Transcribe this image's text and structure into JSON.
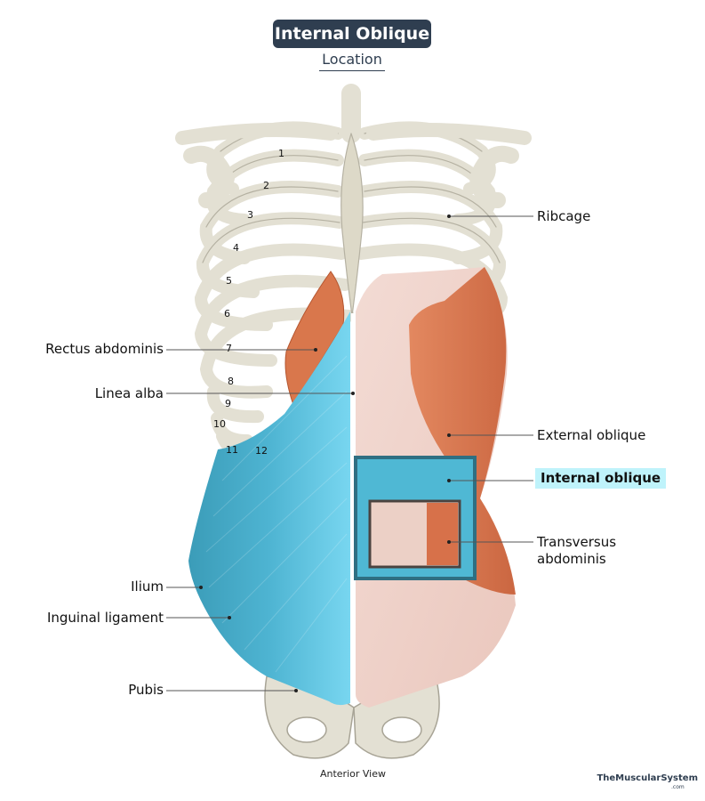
{
  "header": {
    "title": "Internal Oblique",
    "subtitle": "Location"
  },
  "labels": {
    "ribcage": "Ribcage",
    "rectus_abdominis": "Rectus abdominis",
    "linea_alba": "Linea alba",
    "external_oblique": "External oblique",
    "internal_oblique": "Internal oblique",
    "transversus_abdominis": "Transversus\nabdominis",
    "ilium": "Ilium",
    "inguinal_ligament": "Inguinal ligament",
    "pubis": "Pubis"
  },
  "rib_numbers": [
    "1",
    "2",
    "3",
    "4",
    "5",
    "6",
    "7",
    "8",
    "9",
    "10",
    "11",
    "12"
  ],
  "footer": {
    "view": "Anterior View",
    "brand": "TheMuscularSystem",
    "brand_suffix": ".com"
  },
  "colors": {
    "title_bg": "#2f3e50",
    "internal_oblique": "#5ac8e4",
    "external_oblique": "#d8754a",
    "highlight": "#bff3fb",
    "bone": "#e3e0d3"
  }
}
